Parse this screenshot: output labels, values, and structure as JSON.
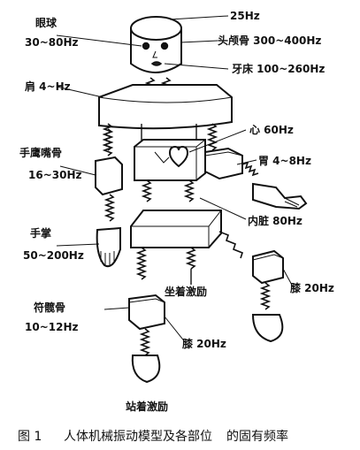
{
  "labels": {
    "eyeball": "眼球",
    "eyeball_freq": "30~80Hz",
    "head_top": "25Hz",
    "skull": "头颅骨 300~400Hz",
    "teeth": "牙床 100~260Hz",
    "shoulder": "肩 4~Hz",
    "heart": "心 60Hz",
    "forearm": "手鹰嘴骨",
    "forearm_freq": "16~30Hz",
    "stomach": "胃 4~8Hz",
    "hand": "手掌",
    "hand_freq": "50~200Hz",
    "viscera": "内脏 80Hz",
    "knee_right": "膝 20Hz",
    "sitting": "坐着激励",
    "pelvis": "符髋骨",
    "pelvis_freq": "10~12Hz",
    "knee_left": "膝 20Hz",
    "standing": "站着激励"
  },
  "caption": {
    "figure": "图 1",
    "title": "人体机械振动模型及各部位",
    "title_tail": "的固有频率"
  }
}
